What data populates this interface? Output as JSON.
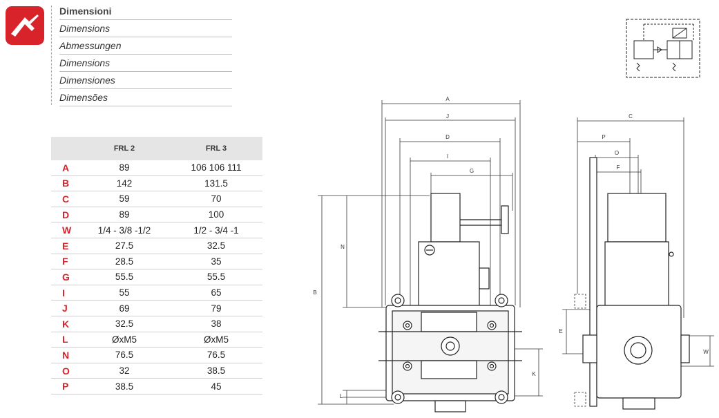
{
  "header": {
    "languages": [
      "Dimensioni",
      "Dimensions",
      "Abmessungen",
      "Dimensions",
      "Dimensiones",
      "Dimensões"
    ]
  },
  "table": {
    "col_frl2": "FRL 2",
    "col_frl3": "FRL 3",
    "rows": [
      {
        "key": "A",
        "frl2": "89",
        "frl3": "106  106  111"
      },
      {
        "key": "B",
        "frl2": "142",
        "frl3": "131.5"
      },
      {
        "key": "C",
        "frl2": "59",
        "frl3": "70"
      },
      {
        "key": "D",
        "frl2": "89",
        "frl3": "100"
      },
      {
        "key": "W",
        "frl2": "1/4 - 3/8 -1/2",
        "frl3": "1/2 - 3/4  -1"
      },
      {
        "key": "E",
        "frl2": "27.5",
        "frl3": "32.5"
      },
      {
        "key": "F",
        "frl2": "28.5",
        "frl3": "35"
      },
      {
        "key": "G",
        "frl2": "55.5",
        "frl3": "55.5"
      },
      {
        "key": "I",
        "frl2": "55",
        "frl3": "65"
      },
      {
        "key": "J",
        "frl2": "69",
        "frl3": "79"
      },
      {
        "key": "K",
        "frl2": "32.5",
        "frl3": "38"
      },
      {
        "key": "L",
        "frl2": "ØxM5",
        "frl3": "ØxM5"
      },
      {
        "key": "N",
        "frl2": "76.5",
        "frl3": "76.5"
      },
      {
        "key": "O",
        "frl2": "32",
        "frl3": "38.5"
      },
      {
        "key": "P",
        "frl2": "38.5",
        "frl3": "45"
      }
    ]
  },
  "drawing": {
    "labels": {
      "A": "A",
      "J": "J",
      "D": "D",
      "I": "I",
      "G": "G",
      "N": "N",
      "B": "B",
      "K": "K",
      "L": "L",
      "C": "C",
      "P": "P",
      "O": "O",
      "F": "F",
      "E": "E",
      "W": "W"
    }
  },
  "colors": {
    "accent": "#d8232a",
    "row_key": "#d8232a",
    "header_bg": "#e5e5e5"
  }
}
